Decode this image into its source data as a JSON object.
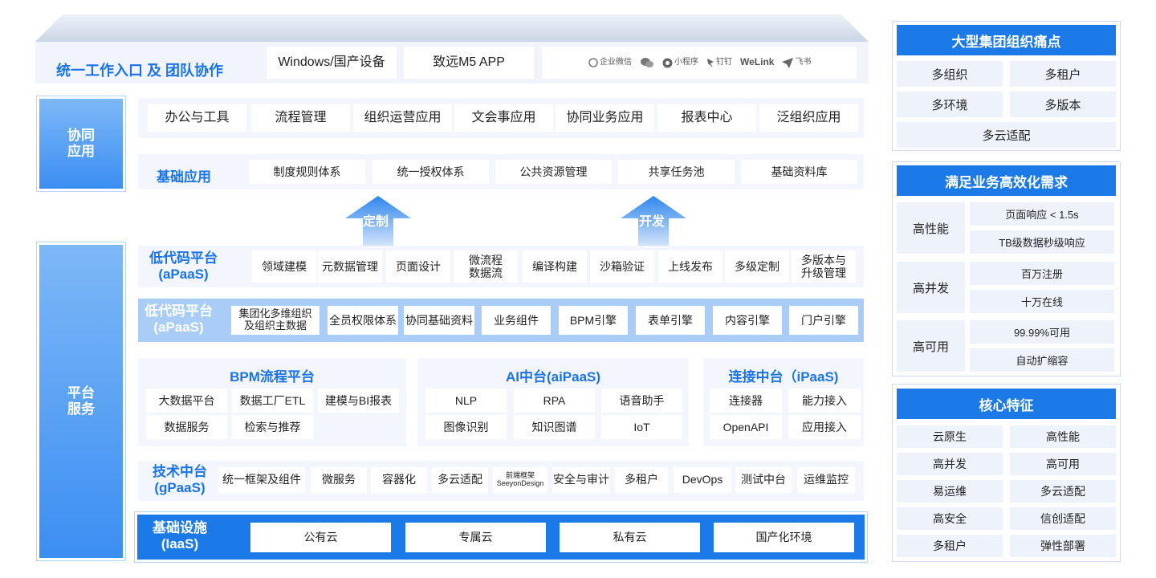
{
  "top_bar": {
    "title": "统一工作入口 及 团队协作",
    "windows": "Windows/国产设备",
    "app": "致远M5 APP",
    "integrations": [
      {
        "icon": "wecom-icon",
        "label": "企业微信"
      },
      {
        "icon": "wechat-icon",
        "label": ""
      },
      {
        "icon": "miniprogram-icon",
        "label": "小程序"
      },
      {
        "icon": "dingtalk-icon",
        "label": "钉钉"
      },
      {
        "icon": "welink-icon",
        "label": "WeLink"
      },
      {
        "icon": "feishu-icon",
        "label": "飞书"
      }
    ]
  },
  "collab": {
    "label": "协同\n应用",
    "apps": [
      "办公与工具",
      "流程管理",
      "组织运营应用",
      "文会事应用",
      "协同业务应用",
      "报表中心",
      "泛组织应用"
    ],
    "base_title": "基础应用",
    "base_items": [
      "制度规则体系",
      "统一授权体系",
      "公共资源管理",
      "共享任务池",
      "基础资料库"
    ]
  },
  "arrows": {
    "left": "定制",
    "right": "开发"
  },
  "platform": {
    "label": "平台\n服务",
    "lowcode1": {
      "title": "低代码平台\n(aPaaS)",
      "items": [
        "领域建模",
        "元数据管理",
        "页面设计",
        "微流程\n数据流",
        "编译构建",
        "沙箱验证",
        "上线发布",
        "多级定制",
        "多版本与\n升级管理"
      ]
    },
    "lowcode2": {
      "title": "低代码平台\n(aPaaS)",
      "items": [
        "集团化多维组织\n及组织主数据",
        "全员权限体系",
        "协同基础资料",
        "业务组件",
        "BPM引擎",
        "表单引擎",
        "内容引擎",
        "门户引擎"
      ]
    },
    "bpm": {
      "title": "BPM流程平台",
      "items": [
        "大数据平台",
        "数据工厂ETL",
        "建模与BI报表",
        "数据服务",
        "检索与推荐"
      ]
    },
    "ai": {
      "title": "AI中台(aiPaaS)",
      "items": [
        "NLP",
        "RPA",
        "语音助手",
        "图像识别",
        "知识图谱",
        "IoT"
      ]
    },
    "connect": {
      "title": "连接中台（iPaaS)",
      "items": [
        "连接器",
        "能力接入",
        "OpenAPI",
        "应用接入"
      ]
    },
    "tech": {
      "title": "技术中台\n(gPaaS)",
      "items": [
        "统一框架及组件",
        "微服务",
        "容器化",
        "多云适配",
        "前端框架\nSeeyonDesign",
        "安全与审计",
        "多租户",
        "DevOps",
        "测试中台",
        "运维监控"
      ]
    },
    "infra": {
      "title": "基础设施\n(IaaS)",
      "items": [
        "公有云",
        "专属云",
        "私有云",
        "国产化环境"
      ]
    }
  },
  "right": {
    "pain": {
      "title": "大型集团组织痛点",
      "items": [
        "多组织",
        "多租户",
        "多环境",
        "多版本",
        "多云适配"
      ]
    },
    "efficiency": {
      "title": "满足业务高效化需求",
      "groups": [
        {
          "label": "高性能",
          "items": [
            "页面响应 < 1.5s",
            "TB级数据秒级响应"
          ]
        },
        {
          "label": "高并发",
          "items": [
            "百万注册",
            "十万在线"
          ]
        },
        {
          "label": "高可用",
          "items": [
            "99.99%可用",
            "自动扩缩容"
          ]
        }
      ]
    },
    "core": {
      "title": "核心特征",
      "items": [
        "云原生",
        "高性能",
        "高并发",
        "高可用",
        "易运维",
        "多云适配",
        "高安全",
        "信创适配",
        "多租户",
        "弹性部署"
      ]
    }
  },
  "colors": {
    "accent": "#1a73e8",
    "panel": "#eef3fb",
    "header": "#1b7ae8"
  }
}
